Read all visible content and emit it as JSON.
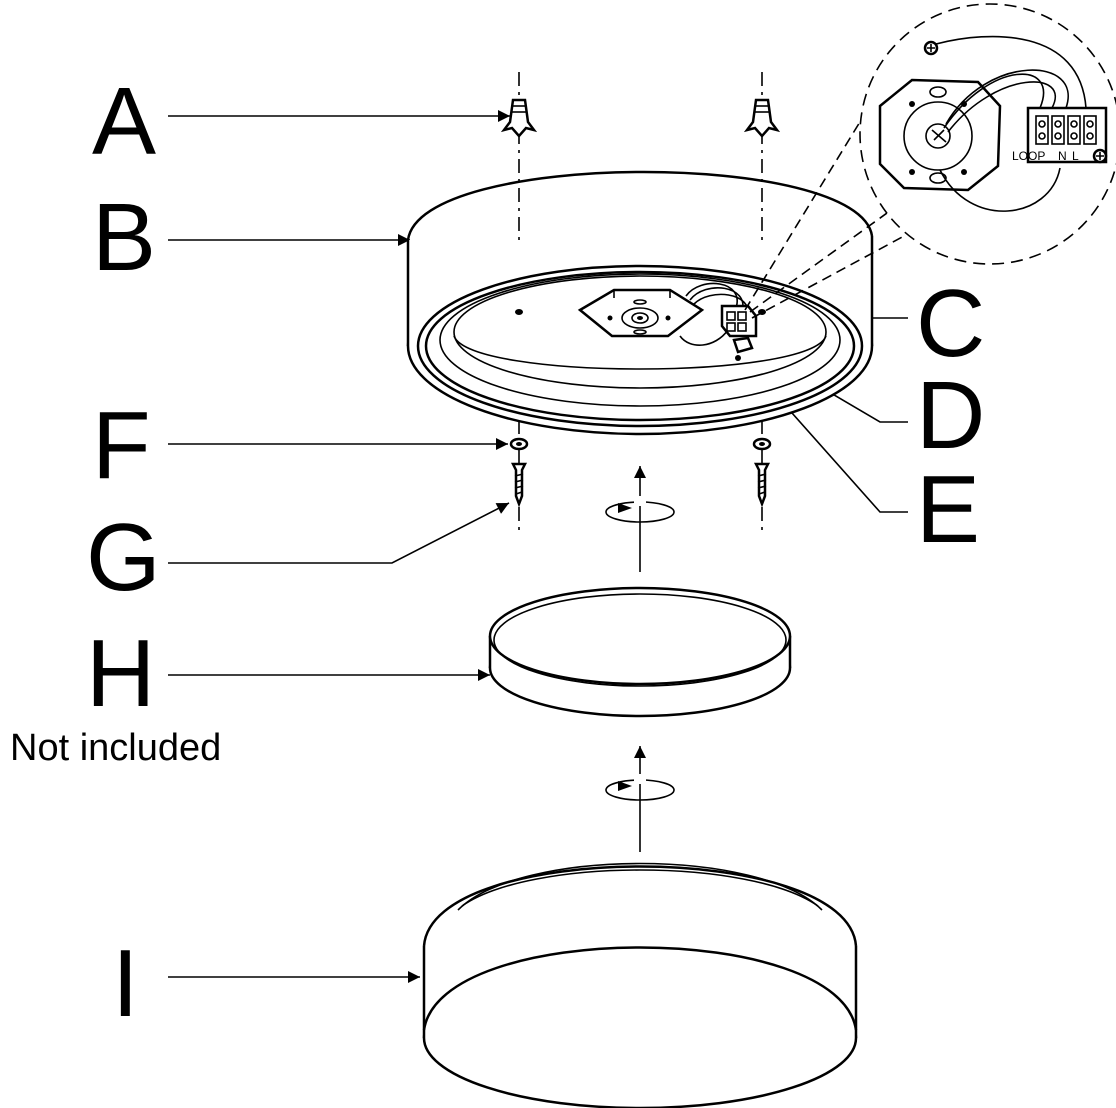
{
  "labels": {
    "A": "A",
    "B": "B",
    "C": "C",
    "D": "D",
    "E": "E",
    "F": "F",
    "G": "G",
    "H": "H",
    "I": "I"
  },
  "note_h": "Not included",
  "terminal": {
    "loop": "LOOP",
    "n": "N",
    "l": "L"
  }
}
